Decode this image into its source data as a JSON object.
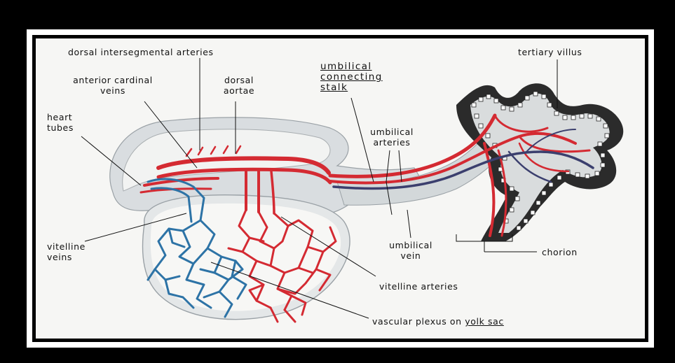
{
  "labels": {
    "dorsal_intersegmental_arteries": "dorsal intersegmental arteries",
    "anterior_cardinal_veins_1": "anterior cardinal",
    "anterior_cardinal_veins_2": "veins",
    "dorsal_aortae_1": "dorsal",
    "dorsal_aortae_2": "aortae",
    "heart_tubes_1": "heart",
    "heart_tubes_2": "tubes",
    "umbilical_connecting_stalk_1": "umbilical",
    "umbilical_connecting_stalk_2": "connecting",
    "umbilical_connecting_stalk_3": "stalk",
    "umbilical_arteries_1": "umbilical",
    "umbilical_arteries_2": "arteries",
    "tertiary_villus": "tertiary villus",
    "vitelline_veins_1": "vitelline",
    "vitelline_veins_2": "veins",
    "umbilical_vein_1": "umbilical",
    "umbilical_vein_2": "vein",
    "chorion": "chorion",
    "vitelline_arteries": "vitelline arteries",
    "vascular_plexus_prefix": "vascular plexus on ",
    "vascular_plexus_yolk": "yolk sac"
  },
  "colors": {
    "artery": "#d42a32",
    "vein": "#2d73a6",
    "tissue": "#cfd4d6",
    "chorion_dark": "#2b2b2b"
  }
}
